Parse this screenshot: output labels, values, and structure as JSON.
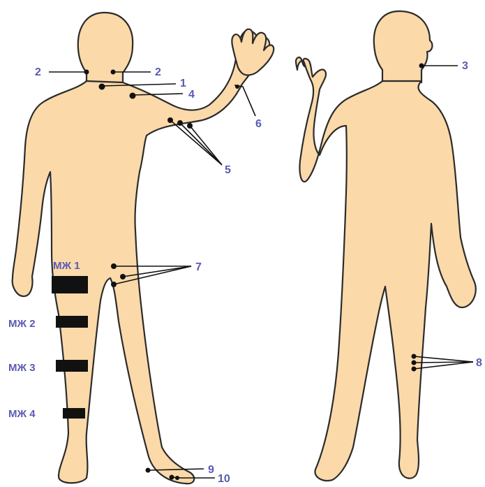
{
  "front_figure": {
    "labels": {
      "neck_left": "2",
      "neck_right": "2",
      "clavicle": "1",
      "shoulder": "4",
      "wrist": "6",
      "upper_arm": "5",
      "groin": "7",
      "ankle": "9",
      "foot": "10"
    },
    "zones": [
      "МЖ 1",
      "МЖ 2",
      "МЖ 3",
      "МЖ 4"
    ]
  },
  "back_figure": {
    "labels": {
      "ear": "3",
      "knee_back": "8"
    }
  },
  "colors": {
    "skin": "#fbd9a9",
    "outline": "#2b2b2b",
    "label": "#5a5ab4",
    "marker": "#111111"
  }
}
